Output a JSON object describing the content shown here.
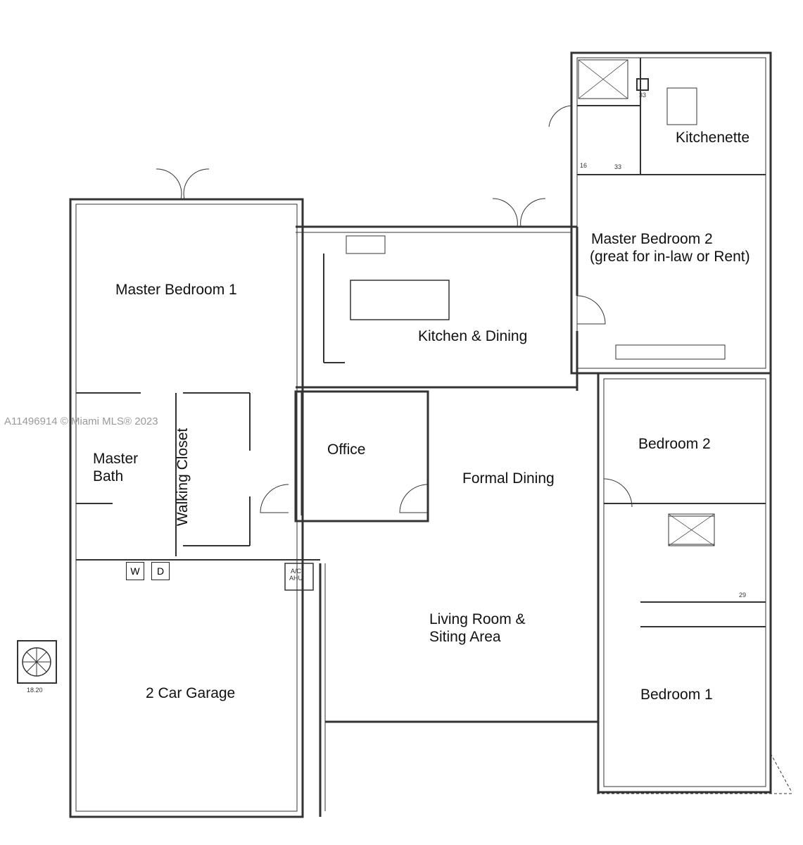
{
  "rooms": {
    "kitchenette": "Kitchenette",
    "master_bedroom_2": "Master Bedroom 2",
    "master_bedroom_2_note": "(great for in-law or Rent)",
    "master_bedroom_1": "Master Bedroom 1",
    "kitchen_dining": "Kitchen & Dining",
    "office": "Office",
    "formal_dining": "Formal Dining",
    "bedroom_2": "Bedroom 2",
    "master_bath_line1": "Master",
    "master_bath_line2": "Bath",
    "walking_closet": "Walking Closet",
    "living_line1": "Living Room &",
    "living_line2": "Siting Area",
    "garage": "2 Car Garage",
    "bedroom_1": "Bedroom 1"
  },
  "fixtures": {
    "washer": "W",
    "dryer": "D",
    "ac_line1": "A/C",
    "ac_line2": "AHU",
    "ac_unit_size": "18.20",
    "toilet_size": "33",
    "sink_size": "33",
    "kitchenette_fixture": "16",
    "bath_sink_size": "29"
  },
  "watermark": "A11496914 © Miami MLS® 2023"
}
